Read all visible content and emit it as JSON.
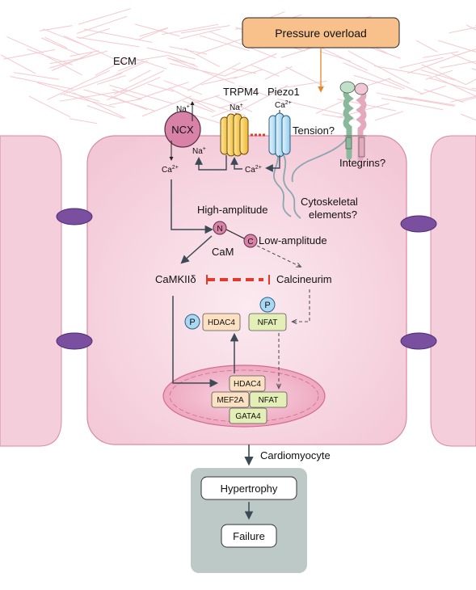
{
  "labels": {
    "pressure_overload": "Pressure overload",
    "ecm": "ECM",
    "trpm4": "TRPM4",
    "piezo1": "Piezo1",
    "ncx": "NCX",
    "na": "Na",
    "ca": "Ca",
    "plus": "+",
    "two_plus": "2+",
    "tension": "Tension?",
    "integrins": "Integrins?",
    "cytoskeletal_line1": "Cytoskeletal",
    "cytoskeletal_line2": "elements?",
    "high_amplitude": "High-amplitude",
    "low_amplitude": "Low-amplitude",
    "cam_n": "N",
    "cam_c": "C",
    "cam": "CaM",
    "camkii": "CaMKIIδ",
    "calcineurin": "Calcineurim",
    "p_hdac": "P",
    "hdac4": "HDAC4",
    "p_nfat": "P",
    "nfat": "NFAT",
    "nuc_hdac4": "HDAC4",
    "nuc_mef2a": "MEF2A",
    "nuc_nfat": "NFAT",
    "nuc_gata4": "GATA4",
    "cardiomyocyte": "Cardiomyocyte",
    "hypertrophy": "Hypertrophy",
    "failure": "Failure"
  },
  "colors": {
    "pressure_box": "#f8c08a",
    "pressure_arrow": "#e8862a",
    "cell": "#f6d3df",
    "cell_border": "#d98aa5",
    "nucleus": "#f0a9c0",
    "gap_junction": "#7b4fa0",
    "ncx": "#d982a8",
    "trpm4": "#f5c542",
    "piezo1": "#b9dff4",
    "inhibit": "#e23b2a",
    "hdac_box": "#fbe1c2",
    "nfat_box": "#e3efb7",
    "p_circle": "#a9d8f2",
    "outcome_panel": "#bcc9c6",
    "arrow": "#3b4a55"
  }
}
